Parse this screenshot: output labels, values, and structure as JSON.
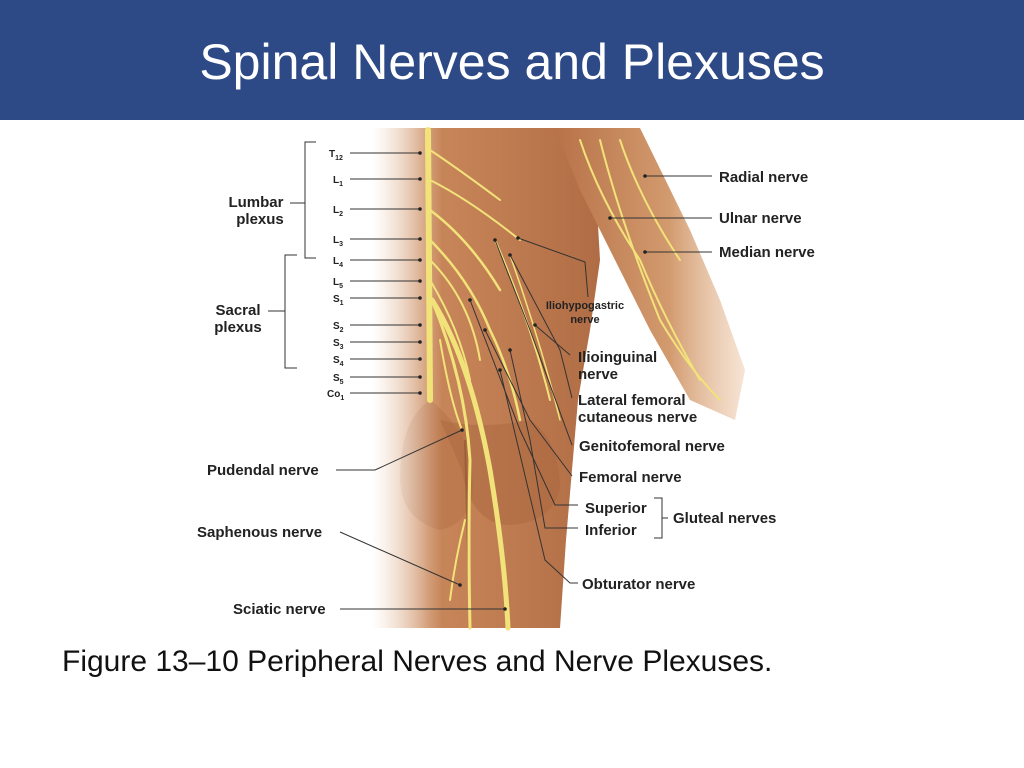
{
  "title": "Spinal Nerves and Plexuses",
  "caption": "Figure 13–10 Peripheral Nerves and Nerve Plexuses.",
  "colors": {
    "title_bar": "#2d4a86",
    "skin": "#c98a5e",
    "nerve": "#f2e27a",
    "leader": "#333333"
  },
  "diagram": {
    "plexus_groups": {
      "lumbar_line1": "Lumbar",
      "lumbar_line2": "plexus",
      "sacral_line1": "Sacral",
      "sacral_line2": "plexus"
    },
    "segments": [
      {
        "letter": "T",
        "sub": "12"
      },
      {
        "letter": "L",
        "sub": "1"
      },
      {
        "letter": "L",
        "sub": "2"
      },
      {
        "letter": "L",
        "sub": "3"
      },
      {
        "letter": "L",
        "sub": "4"
      },
      {
        "letter": "L",
        "sub": "5"
      },
      {
        "letter": "S",
        "sub": "1"
      },
      {
        "letter": "S",
        "sub": "2"
      },
      {
        "letter": "S",
        "sub": "3"
      },
      {
        "letter": "S",
        "sub": "4"
      },
      {
        "letter": "S",
        "sub": "5"
      },
      {
        "letter": "Co",
        "sub": "1"
      }
    ],
    "left_labels": {
      "pudendal": "Pudendal nerve",
      "saphenous": "Saphenous nerve",
      "sciatic": "Sciatic nerve"
    },
    "right_labels": {
      "radial": "Radial nerve",
      "ulnar": "Ulnar nerve",
      "median": "Median nerve",
      "iliohypogastric_line1": "Iliohypogastric",
      "iliohypogastric_line2": "nerve",
      "ilioinguinal_line1": "Ilioinguinal",
      "ilioinguinal_line2": "nerve",
      "lateral_femoral_line1": "Lateral femoral",
      "lateral_femoral_line2": "cutaneous nerve",
      "genitofemoral": "Genitofemoral nerve",
      "femoral": "Femoral nerve",
      "superior": "Superior",
      "inferior": "Inferior",
      "gluteal": "Gluteal nerves",
      "obturator": "Obturator nerve"
    }
  }
}
